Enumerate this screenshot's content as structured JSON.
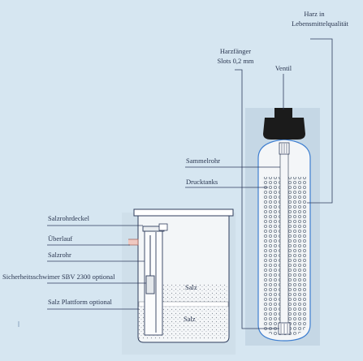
{
  "labels": {
    "harz_line1": "Harz in",
    "harz_line2": "Lebensmittelqualität",
    "harzfaenger_line1": "Harzfänger",
    "harzfaenger_line2": "Slots 0,2 mm",
    "ventil": "Ventil",
    "sammelrohr": "Sammelrohr",
    "drucktanks": "Drucktanks",
    "salzrohrdeckel": "Salzrohrdeckel",
    "ueberlauf": "Überlauf",
    "salzrohr": "Salzrohr",
    "sicherheitsschwimmer": "Sicherheitsschwimer SBV 2300 optional",
    "salz_plattform": "Salz Plattform optional",
    "salz_upper": "Salz",
    "salz_lower": "Salz"
  },
  "colors": {
    "background": "#d6e6f1",
    "line": "#2f3d5c",
    "tank_fill": "#f3f6f8",
    "resin_dot": "#7d8795",
    "valve": "#1b1b1b",
    "outline_blue": "#3f7fd0"
  }
}
